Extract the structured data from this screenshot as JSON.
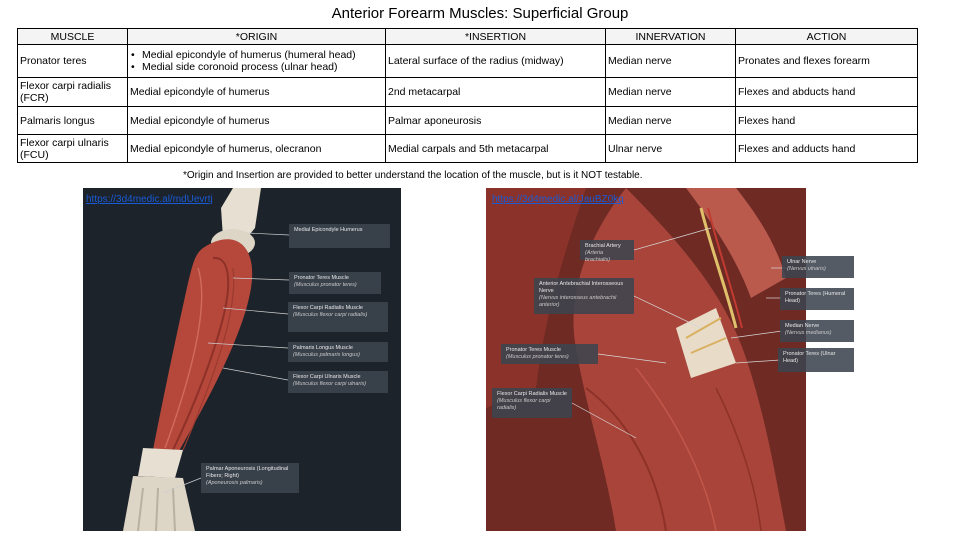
{
  "title": "Anterior Forearm Muscles: Superficial Group",
  "table": {
    "headers": [
      "MUSCLE",
      "*ORIGIN",
      "*INSERTION",
      "INNERVATION",
      "ACTION"
    ],
    "rows": [
      {
        "muscle": "Pronator teres",
        "origin": [
          "Medial epicondyle of humerus (humeral head)",
          "Medial side coronoid process (ulnar head)"
        ],
        "insertion": "Lateral surface of the radius (midway)",
        "innervation": "Median nerve",
        "action": "Pronates and flexes forearm"
      },
      {
        "muscle": "Flexor carpi radialis (FCR)",
        "origin": [
          "Medial epicondyle of humerus"
        ],
        "insertion": "2nd metacarpal",
        "innervation": "Median nerve",
        "action": "Flexes and abducts hand"
      },
      {
        "muscle": "Palmaris longus",
        "origin": [
          "Medial epicondyle of humerus"
        ],
        "insertion": "Palmar aponeurosis",
        "innervation": "Median nerve",
        "action": "Flexes hand"
      },
      {
        "muscle": "Flexor carpi ulnaris (FCU)",
        "origin": [
          "Medial epicondyle of humerus, olecranon"
        ],
        "insertion": "Medial carpals and 5th metacarpal",
        "innervation": "Ulnar nerve",
        "action": "Flexes and adducts hand"
      }
    ]
  },
  "note": "*Origin and Insertion are provided to better understand the location of the muscle, but is it NOT testable.",
  "left_image": {
    "link": "https://3d4medic.al/mdUevrtj",
    "labels": [
      {
        "title": "Medial Epicondyle Humerus",
        "sub": ""
      },
      {
        "title": "Pronator Teres Muscle",
        "sub": "(Musculus pronator teres)"
      },
      {
        "title": "Flexor Carpi Radialis Muscle",
        "sub": "(Musculus flexor carpi radialis)"
      },
      {
        "title": "Palmaris Longus Muscle",
        "sub": "(Musculus palmaris longus)"
      },
      {
        "title": "Flexor Carpi Ulnaris Muscle",
        "sub": "(Musculus flexor carpi ulnaris)"
      },
      {
        "title": "Palmar Aponeurosis (Longitudinal Fibers; Right)",
        "sub": "(Aponeurosis palmaris)"
      }
    ]
  },
  "right_image": {
    "link": "https://3d4medic.al/JauBZ0kq",
    "labels": [
      {
        "title": "Brachial Artery",
        "sub": "(Arteria brachialis)"
      },
      {
        "title": "Ulnar Nerve",
        "sub": "(Nervus ulnaris)"
      },
      {
        "title": "Anterior Antebrachial Interosseous Nerve",
        "sub": "(Nervus interosseus antebrachii anterior)"
      },
      {
        "title": "Pronator Teres (Humeral Head)",
        "sub": ""
      },
      {
        "title": "Median Nerve",
        "sub": "(Nervus medianus)"
      },
      {
        "title": "Pronator Teres Muscle",
        "sub": "(Musculus pronator teres)"
      },
      {
        "title": "Pronator Teres (Ulnar Head)",
        "sub": ""
      },
      {
        "title": "Flexor Carpi Radialis Muscle",
        "sub": "(Musculus flexor carpi radialis)"
      }
    ]
  },
  "colors": {
    "left_bg": "#1c232b",
    "bone": "#e6dfd2",
    "muscle": "#b5473b",
    "right_bg": "#6f2a24",
    "label_bg": "#3c444e",
    "link": "#1a5bd6"
  }
}
